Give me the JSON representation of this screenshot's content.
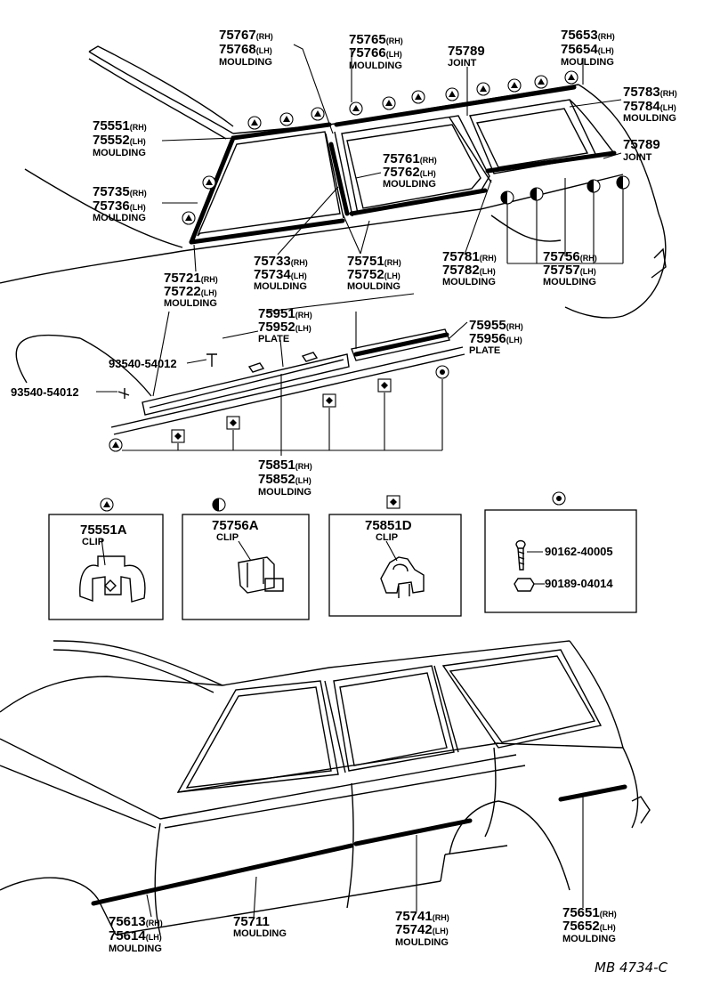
{
  "callouts": {
    "c75767": {
      "l1": "75767",
      "s1": "(RH)",
      "l2": "75768",
      "s2": "(LH)",
      "name": "MOULDING"
    },
    "c75765": {
      "l1": "75765",
      "s1": "(RH)",
      "l2": "75766",
      "s2": "(LH)",
      "name": "MOULDING"
    },
    "c75789a": {
      "l1": "75789",
      "name": "JOINT"
    },
    "c75653": {
      "l1": "75653",
      "s1": "(RH)",
      "l2": "75654",
      "s2": "(LH)",
      "name": "MOULDING"
    },
    "c75783": {
      "l1": "75783",
      "s1": "(RH)",
      "l2": "75784",
      "s2": "(LH)",
      "name": "MOULDING"
    },
    "c75789b": {
      "l1": "75789",
      "name": "JOINT"
    },
    "c75551": {
      "l1": "75551",
      "s1": "(RH)",
      "l2": "75552",
      "s2": "(LH)",
      "name": "MOULDING"
    },
    "c75761": {
      "l1": "75761",
      "s1": "(RH)",
      "l2": "75762",
      "s2": "(LH)",
      "name": "MOULDING"
    },
    "c75735": {
      "l1": "75735",
      "s1": "(RH)",
      "l2": "75736",
      "s2": "(LH)",
      "name": "MOULDING"
    },
    "c75733": {
      "l1": "75733",
      "s1": "(RH)",
      "l2": "75734",
      "s2": "(LH)",
      "name": "MOULDING"
    },
    "c75751": {
      "l1": "75751",
      "s1": "(RH)",
      "l2": "75752",
      "s2": "(LH)",
      "name": "MOULDING"
    },
    "c75781": {
      "l1": "75781",
      "s1": "(RH)",
      "l2": "75782",
      "s2": "(LH)",
      "name": "MOULDING"
    },
    "c75756": {
      "l1": "75756",
      "s1": "(RH)",
      "l2": "75757",
      "s2": "(LH)",
      "name": "MOULDING"
    },
    "c75721": {
      "l1": "75721",
      "s1": "(RH)",
      "l2": "75722",
      "s2": "(LH)",
      "name": "MOULDING"
    },
    "c75951": {
      "l1": "75951",
      "s1": "(RH)",
      "l2": "75952",
      "s2": "(LH)",
      "name": "PLATE"
    },
    "c75955": {
      "l1": "75955",
      "s1": "(RH)",
      "l2": "75956",
      "s2": "(LH)",
      "name": "PLATE"
    },
    "c93540a": {
      "l1": "93540-54012"
    },
    "c93540b": {
      "l1": "93540-54012"
    },
    "c75851": {
      "l1": "75851",
      "s1": "(RH)",
      "l2": "75852",
      "s2": "(LH)",
      "name": "MOULDING"
    },
    "c75613": {
      "l1": "75613",
      "s1": "(RH)",
      "l2": "75614",
      "s2": "(LH)",
      "name": "MOULDING"
    },
    "c75711": {
      "l1": "75711",
      "name": "MOULDING"
    },
    "c75741": {
      "l1": "75741",
      "s1": "(RH)",
      "l2": "75742",
      "s2": "(LH)",
      "name": "MOULDING"
    },
    "c75651": {
      "l1": "75651",
      "s1": "(RH)",
      "l2": "75652",
      "s2": "(LH)",
      "name": "MOULDING"
    }
  },
  "clips": {
    "a": {
      "part": "75551A",
      "name": "CLIP"
    },
    "b": {
      "part": "75756A",
      "name": "CLIP"
    },
    "c": {
      "part": "75851D",
      "name": "CLIP"
    },
    "d": {
      "screw": "90162-40005",
      "nut": "90189-04014"
    }
  },
  "drawing_code": "MB 4734-C"
}
